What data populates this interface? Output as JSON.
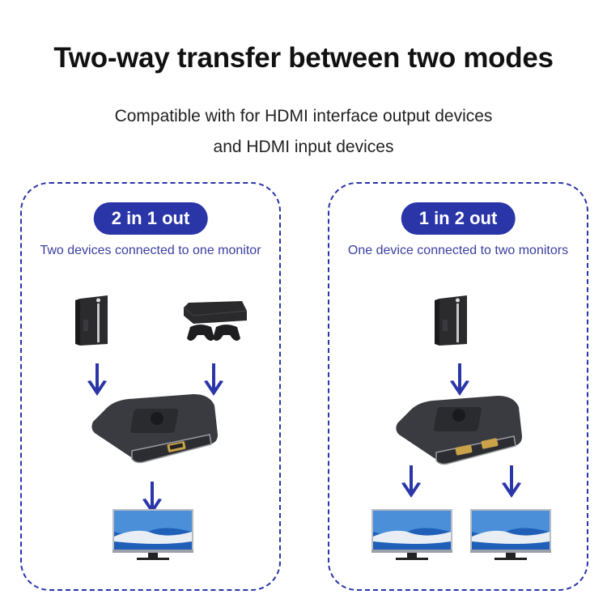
{
  "header": {
    "title": "Two-way transfer between two modes",
    "subtitle_line1": "Compatible with for HDMI interface output devices",
    "subtitle_line2": "and HDMI input devices"
  },
  "colors": {
    "accent": "#2a35a8",
    "text": "#111111",
    "desc": "#3a3f9e"
  },
  "panels": [
    {
      "badge": "2 in 1 out",
      "description": "Two devices connected to one monitor",
      "inputs": [
        "pc-tower",
        "game-console"
      ],
      "outputs": [
        "monitor"
      ]
    },
    {
      "badge": "1 in 2 out",
      "description": "One device connected to two monitors",
      "inputs": [
        "pc-tower"
      ],
      "outputs": [
        "monitor",
        "monitor"
      ]
    }
  ]
}
